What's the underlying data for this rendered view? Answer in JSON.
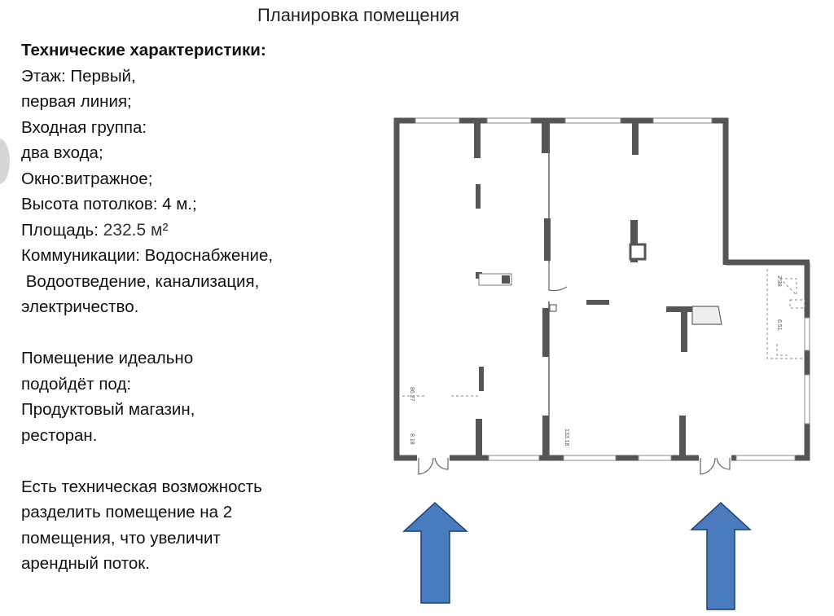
{
  "title": "Планировка помещения",
  "specs": {
    "heading": "Технические характеристики:",
    "floor": "Этаж: Первый,",
    "line_position": "первая линия;",
    "entrance_group": "Входная группа:",
    "entrances": "два входа;",
    "window": "Окно:витражное;",
    "ceiling": "Высота потолков: 4 м.;",
    "area_label": "Площадь: ",
    "area_value": "232.5 м²",
    "utilities_1": "Коммуникации: Водоснабжение,",
    "utilities_2": " Водоотведение, канализация,",
    "utilities_3": "электричество."
  },
  "suitability": {
    "line_1": "Помещение идеально",
    "line_2": "подойдёт под:",
    "line_3": "Продуктовый магазин,",
    "line_4": "ресторан."
  },
  "division": {
    "line_1": "Есть техническая возможность",
    "line_2": "разделить помещение на 2",
    "line_3": "помещения, что увеличит",
    "line_4": "арендный поток."
  },
  "plan_labels": {
    "dim_left_upper": "86.27",
    "dim_left_lower": "8.18",
    "dim_center": "133.18",
    "dim_right_1": "2.38",
    "dim_right_2": "6.51"
  },
  "colors": {
    "wall": "#555555",
    "arrow_fill": "#4b7bbf",
    "arrow_stroke": "#1f3f6e"
  }
}
